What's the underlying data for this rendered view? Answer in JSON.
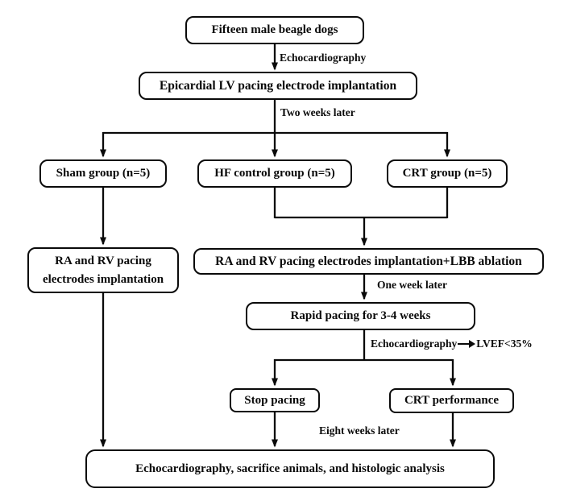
{
  "diagram": {
    "background_color": "#ffffff",
    "stroke_color": "#0a0a0a",
    "nodes": {
      "dogs": {
        "label": "Fifteen male beagle dogs"
      },
      "epicardial": {
        "label": "Epicardial LV pacing electrode implantation"
      },
      "sham": {
        "label": "Sham group (n=5)"
      },
      "hf_control": {
        "label": "HF control group (n=5)"
      },
      "crt": {
        "label": "CRT group (n=5)"
      },
      "ra_rv": {
        "line1": "RA and RV pacing",
        "line2": "electrodes implantation"
      },
      "ra_rv_lbb": {
        "label": "RA and RV pacing electrodes implantation+LBB ablation"
      },
      "rapid_pacing": {
        "label": "Rapid pacing for 3-4 weeks"
      },
      "stop_pacing": {
        "label": "Stop pacing"
      },
      "crt_performance": {
        "label": "CRT performance"
      },
      "final": {
        "label": "Echocardiography, sacrifice animals, and histologic analysis"
      }
    },
    "edge_labels": {
      "echocardiography": "Echocardiography",
      "two_weeks_later": "Two weeks later",
      "one_week_later": "One week later",
      "echo_check": "Echocardiography",
      "lvef_threshold": "LVEF<35%",
      "eight_weeks_later": "Eight weeks later"
    },
    "icons": {
      "lvef_arrow": "right-arrow-icon"
    }
  }
}
